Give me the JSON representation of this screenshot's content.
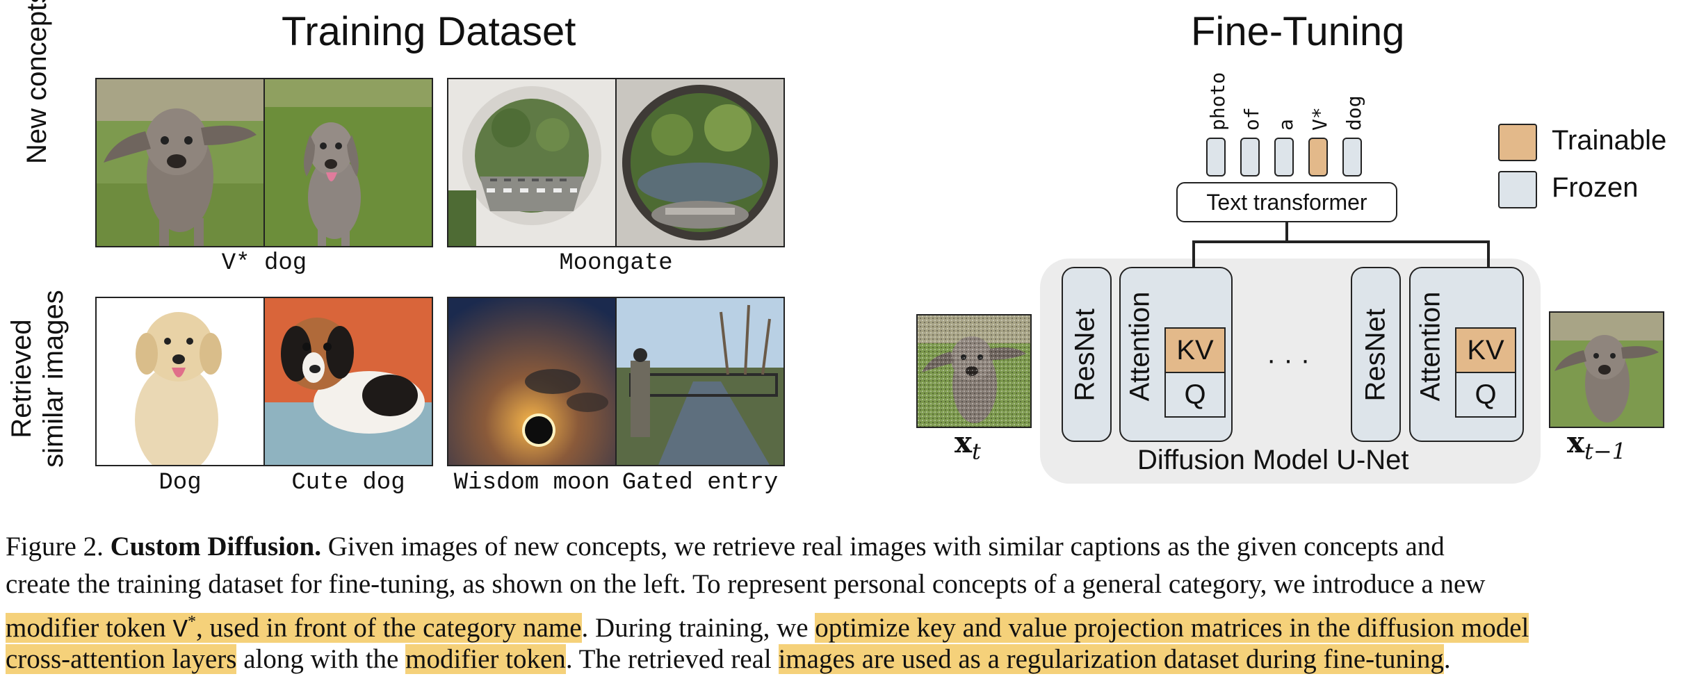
{
  "left_panel": {
    "title": "Training Dataset",
    "row_labels": {
      "new": "New concepts",
      "retrieved_line1": "Retrieved",
      "retrieved_line2": "similar images"
    },
    "group_captions": {
      "dog_concept": "V* dog",
      "moongate": "Moongate"
    },
    "image_captions": [
      "Dog",
      "Cute dog",
      "Wisdom moon",
      "Gated entry"
    ]
  },
  "right_panel": {
    "title": "Fine-Tuning",
    "tokens": [
      "photo",
      "of",
      "a",
      "V*",
      "dog"
    ],
    "text_encoder": "Text transformer",
    "legend": {
      "trainable": "Trainable",
      "frozen": "Frozen"
    },
    "unet_label": "Diffusion Model U-Net",
    "resnet": "ResNet",
    "attention": "Attention",
    "kv": "KV",
    "q": "Q",
    "ellipsis": "· · ·",
    "x_in": "x",
    "x_in_sub": "t",
    "x_out": "x",
    "x_out_sub": "t−1"
  },
  "colors": {
    "trainable": "#e3b98a",
    "frozen": "#dde4ea",
    "unet_bg": "#ececec",
    "highlight": "#f5d17a"
  },
  "caption": {
    "line1_prefix": "Figure 2. ",
    "line1_bold": "Custom Diffusion.",
    "line1_rest": " Given images of new concepts, we retrieve real images with similar captions as the given concepts and",
    "line2": "create the training dataset for fine-tuning, as shown on the left. To represent personal concepts of a general category, we introduce a new",
    "line3_hl1_a": "modifier token ",
    "line3_hl1_mono": "V",
    "line3_hl1_sup": "*",
    "line3_hl1_b": ", used in front of the category name",
    "line3_mid": ". During training, we ",
    "line3_hl2": "optimize key and value projection matrices in the diffusion model",
    "line4_hl1": "cross-attention layers",
    "line4_a": " along with the ",
    "line4_hl2": "modifier token",
    "line4_b": ". The retrieved real ",
    "line4_hl3": "images are used as a regularization dataset during fine-tuning",
    "line4_end": "."
  }
}
